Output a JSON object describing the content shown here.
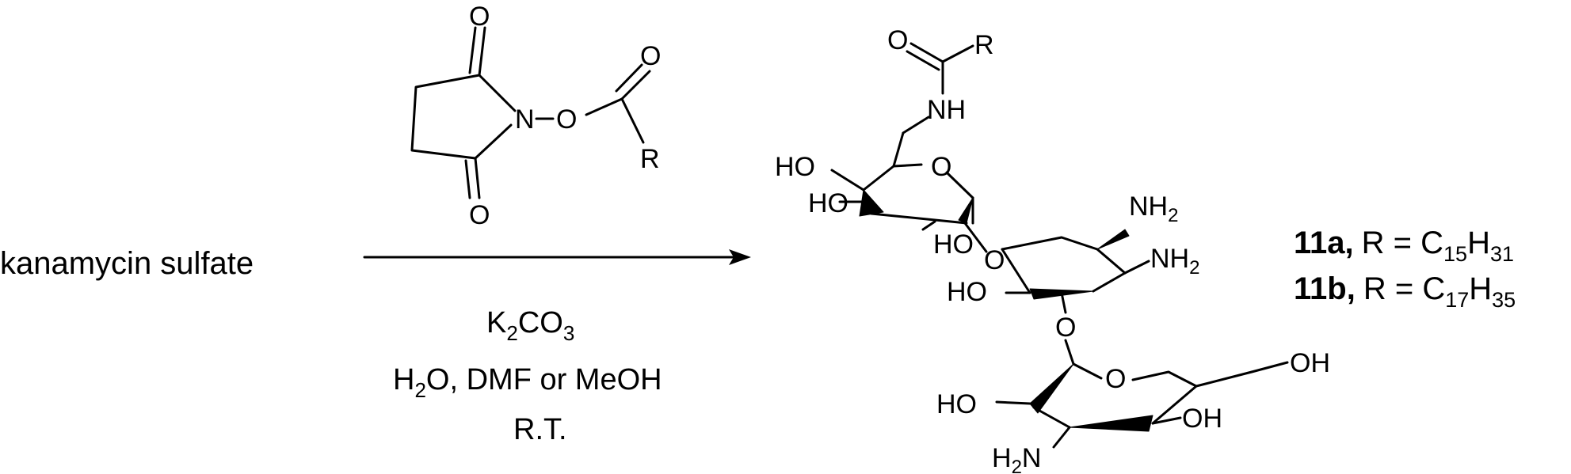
{
  "reaction": {
    "starting_material": "kanamycin sulfate",
    "conditions": {
      "base": {
        "main": "K",
        "sub": "2",
        "rest": "CO",
        "sub2": "3"
      },
      "solvent": {
        "main": "H",
        "sub": "2",
        "rest": "O, DMF or MeOH"
      },
      "temperature": "R.T."
    },
    "reagent_atoms": {
      "o_top": "O",
      "o_bottom": "O",
      "n": "N",
      "o_ester": "O",
      "o_carbonyl": "O",
      "r": "R"
    },
    "product_atoms": {
      "amide_o": "O",
      "amide_r": "R",
      "amide_nh": "NH",
      "ho_1": "HO",
      "ho_2": "HO",
      "ho_3": "HO",
      "ring_o_1": "O",
      "nh2_1": {
        "main": "NH",
        "sub": "2"
      },
      "nh2_2": {
        "main": "NH",
        "sub": "2"
      },
      "link_o_1": "O",
      "ho_4": "HO",
      "link_o_2": "O",
      "ring_o_2": "O",
      "oh_1": "OH",
      "ho_5": "HO",
      "oh_2": "OH",
      "h2n": {
        "pre": "H",
        "sub": "2",
        "post": "N"
      }
    },
    "products": [
      {
        "id": "11a,",
        "r_label": "R = C",
        "sub1": "15",
        "mid": "H",
        "sub2": "31"
      },
      {
        "id": "11b,",
        "r_label": "R = C",
        "sub1": "17",
        "mid": "H",
        "sub2": "35"
      }
    ]
  }
}
